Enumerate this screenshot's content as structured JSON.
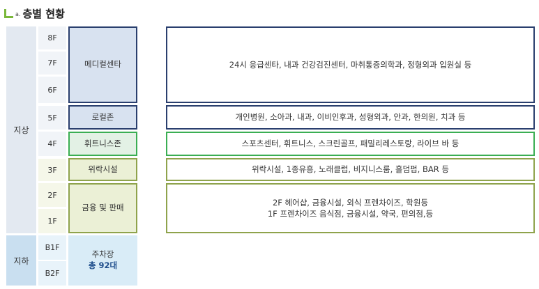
{
  "header": {
    "letter": "a.",
    "title": "층별 현황"
  },
  "colors": {
    "navy": "#2a3f6e",
    "green": "#3aae53",
    "olive": "#8fa34c",
    "above_bg": "#e3e9f1",
    "below_bg": "#c9dff0",
    "medical_bg": "#d8e2f0",
    "fitness_bg": "#e3f1e5",
    "olive_bg": "#ebf0d6",
    "parking_bg": "#d9ecf7"
  },
  "groups": {
    "above": "지상",
    "below": "지하"
  },
  "floors": [
    "8F",
    "7F",
    "6F",
    "5F",
    "4F",
    "3F",
    "2F",
    "1F",
    "B1F",
    "B2F"
  ],
  "zones": {
    "medical": "메디컬센타",
    "local": "로컬존",
    "fitness": "휘트니스존",
    "entertainment": "위락시설",
    "finance": "금융 및 판매",
    "parking": "주차장",
    "parking_total": "총 92대"
  },
  "descriptions": {
    "medical": "24시 응급센타, 내과 건강검진센터, 마취통증의학과, 정형외과 입원실 등",
    "local": "개인병원, 소아과, 내과, 이비인후과, 성형외과, 안과, 한의원, 치과 등",
    "fitness": "스포츠센터, 휘트니스, 스크린골프, 패밀리레스토랑, 라이브 바 등",
    "entertainment": "위락시설, 1종유흥, 노래클럽, 비지니스룸, 홀덤펍, BAR 등",
    "finance_line1": "2F 헤어샵, 금융시설, 외식 프렌차이즈, 학원등",
    "finance_line2": "1F 프렌차이즈 음식점, 금융시설, 약국, 편의점,등"
  }
}
